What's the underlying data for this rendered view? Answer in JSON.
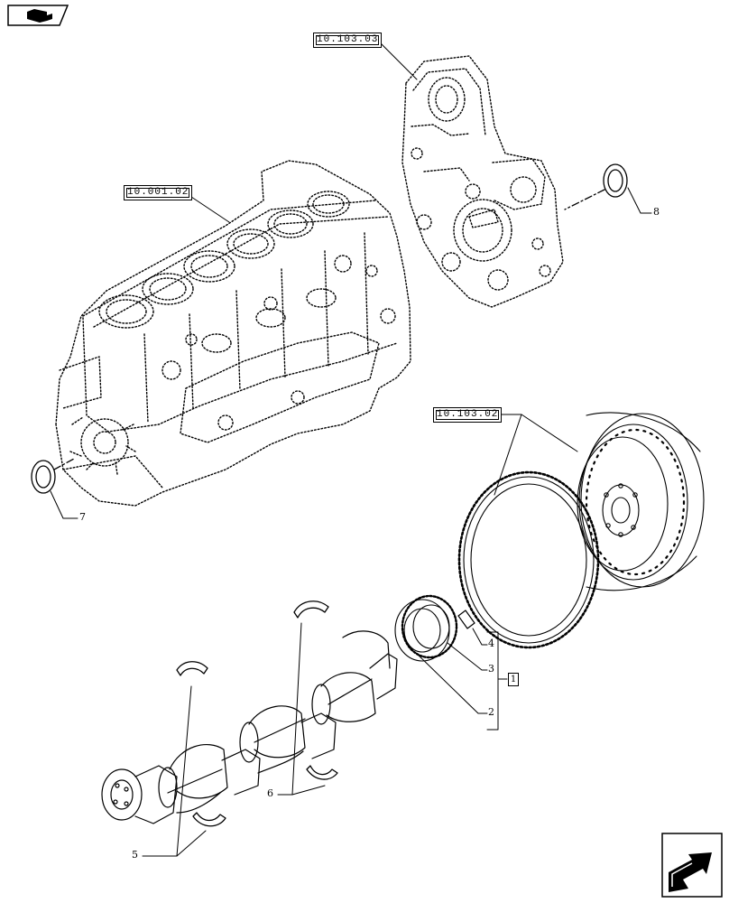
{
  "references": {
    "front_cover": "10.103.03",
    "engine_block": "10.001.02",
    "flywheel": "10.103.02"
  },
  "callouts": {
    "item_1": "1",
    "item_2": "2",
    "item_3": "3",
    "item_4": "4",
    "item_5": "5",
    "item_6": "6",
    "item_7": "7",
    "item_8": "8"
  },
  "icons": {
    "top_left": "book-reference-icon",
    "bottom_right": "next-page-arrow-icon"
  }
}
